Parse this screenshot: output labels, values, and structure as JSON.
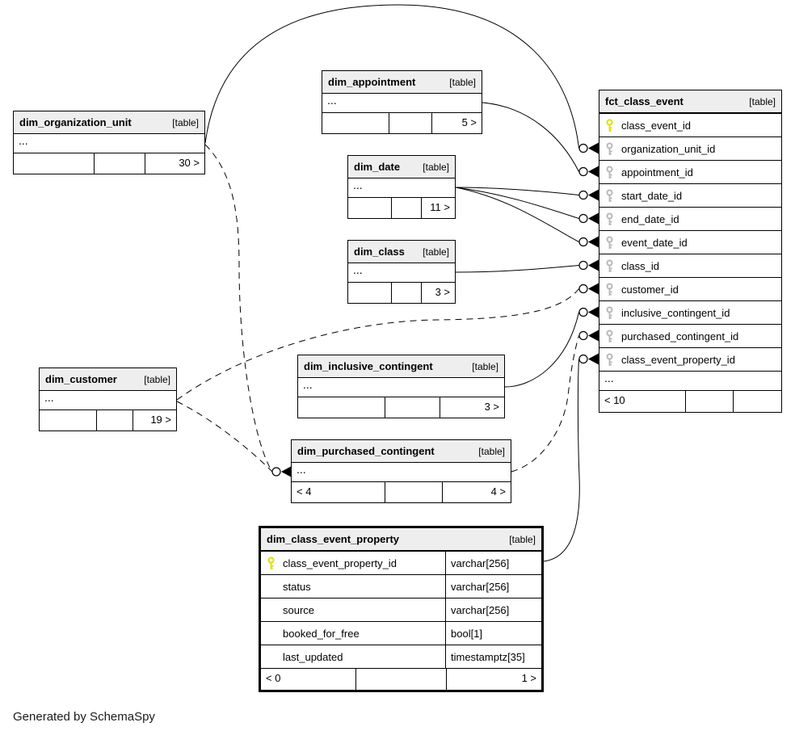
{
  "diagram": {
    "caption": "Generated by SchemaSpy",
    "colors": {
      "primary_key": "#dede00",
      "foreign_key": "#b8b8b8",
      "header_bg": "#eeeeee",
      "line": "#000000"
    },
    "tables": {
      "dim_organization_unit": {
        "name": "dim_organization_unit",
        "tag": "[table]",
        "more": "...",
        "footer": {
          "left": "",
          "mid": "",
          "right": "30 >"
        }
      },
      "dim_appointment": {
        "name": "dim_appointment",
        "tag": "[table]",
        "more": "...",
        "footer": {
          "left": "",
          "mid": "",
          "right": "5 >"
        }
      },
      "dim_date": {
        "name": "dim_date",
        "tag": "[table]",
        "more": "...",
        "footer": {
          "left": "",
          "mid": "",
          "right": "11 >"
        }
      },
      "dim_class": {
        "name": "dim_class",
        "tag": "[table]",
        "more": "...",
        "footer": {
          "left": "",
          "mid": "",
          "right": "3 >"
        }
      },
      "dim_customer": {
        "name": "dim_customer",
        "tag": "[table]",
        "more": "...",
        "footer": {
          "left": "",
          "mid": "",
          "right": "19 >"
        }
      },
      "dim_inclusive_contingent": {
        "name": "dim_inclusive_contingent",
        "tag": "[table]",
        "more": "...",
        "footer": {
          "left": "",
          "mid": "",
          "right": "3 >"
        }
      },
      "dim_purchased_contingent": {
        "name": "dim_purchased_contingent",
        "tag": "[table]",
        "more": "...",
        "footer": {
          "left": "< 4",
          "mid": "",
          "right": "4 >"
        }
      },
      "dim_class_event_property": {
        "name": "dim_class_event_property",
        "tag": "[table]",
        "columns": [
          {
            "name": "class_event_property_id",
            "type": "varchar[256]",
            "key": "primary"
          },
          {
            "name": "status",
            "type": "varchar[256]",
            "key": ""
          },
          {
            "name": "source",
            "type": "varchar[256]",
            "key": ""
          },
          {
            "name": "booked_for_free",
            "type": "bool[1]",
            "key": ""
          },
          {
            "name": "last_updated",
            "type": "timestamptz[35]",
            "key": ""
          }
        ],
        "footer": {
          "left": "< 0",
          "mid": "",
          "right": "1 >"
        }
      },
      "fct_class_event": {
        "name": "fct_class_event",
        "tag": "[table]",
        "columns": [
          {
            "name": "class_event_id",
            "key": "primary"
          },
          {
            "name": "organization_unit_id",
            "key": "foreign"
          },
          {
            "name": "appointment_id",
            "key": "foreign"
          },
          {
            "name": "start_date_id",
            "key": "foreign"
          },
          {
            "name": "end_date_id",
            "key": "foreign"
          },
          {
            "name": "event_date_id",
            "key": "foreign"
          },
          {
            "name": "class_id",
            "key": "foreign"
          },
          {
            "name": "customer_id",
            "key": "foreign"
          },
          {
            "name": "inclusive_contingent_id",
            "key": "foreign"
          },
          {
            "name": "purchased_contingent_id",
            "key": "foreign"
          },
          {
            "name": "class_event_property_id",
            "key": "foreign"
          }
        ],
        "more": "...",
        "footer": {
          "left": "< 10",
          "mid": "",
          "right": ""
        }
      }
    },
    "relationships": [
      {
        "from": "dim_organization_unit",
        "to": "fct_class_event.organization_unit_id",
        "style": "solid"
      },
      {
        "from": "dim_appointment",
        "to": "fct_class_event.appointment_id",
        "style": "solid"
      },
      {
        "from": "dim_date",
        "to": "fct_class_event.start_date_id",
        "style": "solid"
      },
      {
        "from": "dim_date",
        "to": "fct_class_event.end_date_id",
        "style": "solid"
      },
      {
        "from": "dim_date",
        "to": "fct_class_event.event_date_id",
        "style": "solid"
      },
      {
        "from": "dim_class",
        "to": "fct_class_event.class_id",
        "style": "solid"
      },
      {
        "from": "dim_customer",
        "to": "fct_class_event.customer_id",
        "style": "dashed"
      },
      {
        "from": "dim_inclusive_contingent",
        "to": "fct_class_event.inclusive_contingent_id",
        "style": "solid"
      },
      {
        "from": "dim_purchased_contingent",
        "to": "fct_class_event.purchased_contingent_id",
        "style": "dashed"
      },
      {
        "from": "dim_class_event_property",
        "to": "fct_class_event.class_event_property_id",
        "style": "solid"
      },
      {
        "from": "dim_organization_unit",
        "to": "dim_purchased_contingent",
        "style": "dashed"
      },
      {
        "from": "dim_customer",
        "to": "dim_purchased_contingent",
        "style": "dashed"
      }
    ]
  }
}
